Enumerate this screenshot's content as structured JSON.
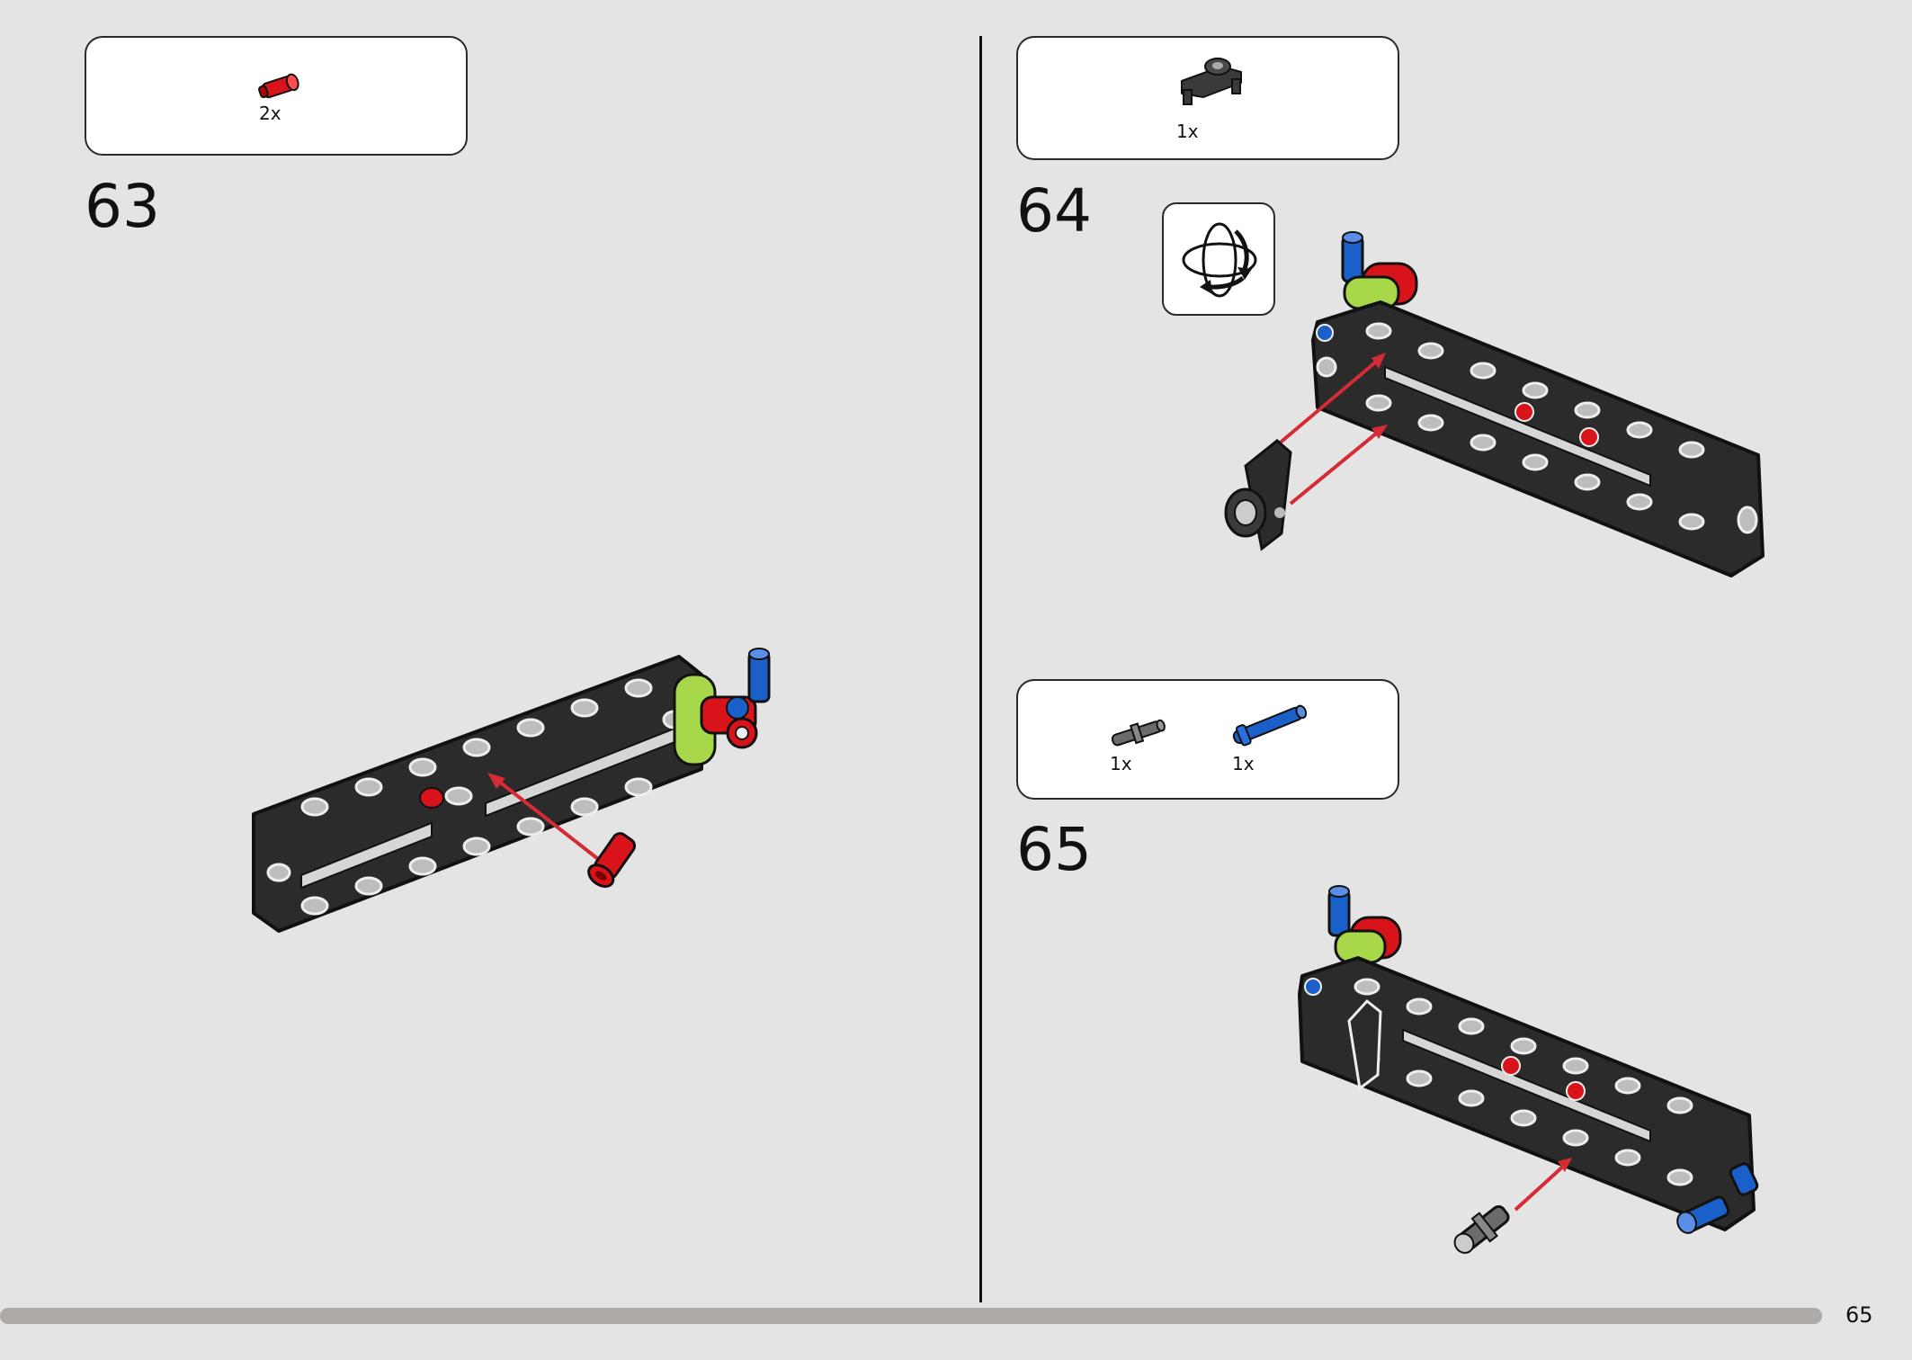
{
  "page": {
    "number": "65"
  },
  "steps": [
    {
      "number": "63",
      "parts": [
        {
          "qty": "2x",
          "icon": "red-pin-icon"
        }
      ]
    },
    {
      "number": "64",
      "parts": [
        {
          "qty": "1x",
          "icon": "dark-gray-liftarm-icon"
        }
      ],
      "callout": "rotate-model-icon"
    },
    {
      "number": "65",
      "parts": [
        {
          "qty": "1x",
          "icon": "gray-axle-pin-icon"
        },
        {
          "qty": "1x",
          "icon": "blue-axle-pin-icon"
        }
      ]
    }
  ],
  "colors": {
    "background": "#e4e4e4",
    "beam": "#2b2b2b",
    "pin_red": "#d8141a",
    "pin_blue": "#1b5fc9",
    "lime": "#a6d84a",
    "arrow": "#d42b34",
    "progress": "#aeaaa6"
  }
}
